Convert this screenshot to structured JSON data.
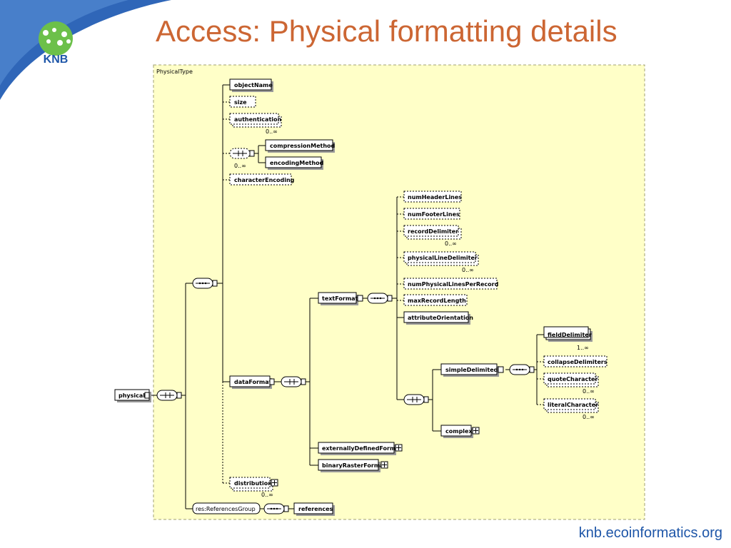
{
  "slide": {
    "title": "Access: Physical formatting details",
    "footer_url": "knb.ecoinformatics.org",
    "logo_text": "KNB"
  },
  "colors": {
    "title": "#cc6633",
    "footer": "#1e56a8",
    "swoosh": "#2f66b8",
    "diagram_background": "#ffffc8",
    "diagram_border": "#a0a070"
  },
  "diagram": {
    "type_name": "PhysicalType",
    "root": "physical",
    "group": "res:ReferencesGroup",
    "elements": {
      "objectName": "objectName",
      "size": "size",
      "authentication": "authentication",
      "compressionMethod": "compressionMethod",
      "encodingMethod": "encodingMethod",
      "characterEncoding": "characterEncoding",
      "dataFormat": "dataFormat",
      "textFormat": "textFormat",
      "numHeaderLines": "numHeaderLines",
      "numFooterLines": "numFooterLines",
      "recordDelimiter": "recordDelimiter",
      "physicalLineDelimiter": "physicalLineDelimiter",
      "numPhysicalLinesPerRecord": "numPhysicalLinesPerRecord",
      "maxRecordLength": "maxRecordLength",
      "attributeOrientation": "attributeOrientation",
      "simpleDelimited": "simpleDelimited",
      "fieldDelimiter": "fieldDelimiter",
      "collapseDelimiters": "collapseDelimiters",
      "quoteCharacter": "quoteCharacter",
      "literalCharacter": "literalCharacter",
      "complex": "complex",
      "externallyDefinedFormat": "externallyDefinedFormat",
      "binaryRasterFormat": "binaryRasterFormat",
      "distribution": "distribution",
      "references": "references"
    },
    "cardinality": {
      "authentication": "0..∞",
      "encoding_choice": "0..∞",
      "recordDelimiter": "0..∞",
      "physicalLineDelimiter": "0..∞",
      "fieldDelimiter": "1..∞",
      "quoteCharacter": "0..∞",
      "literalCharacter": "0..∞",
      "distribution": "0..∞"
    }
  }
}
